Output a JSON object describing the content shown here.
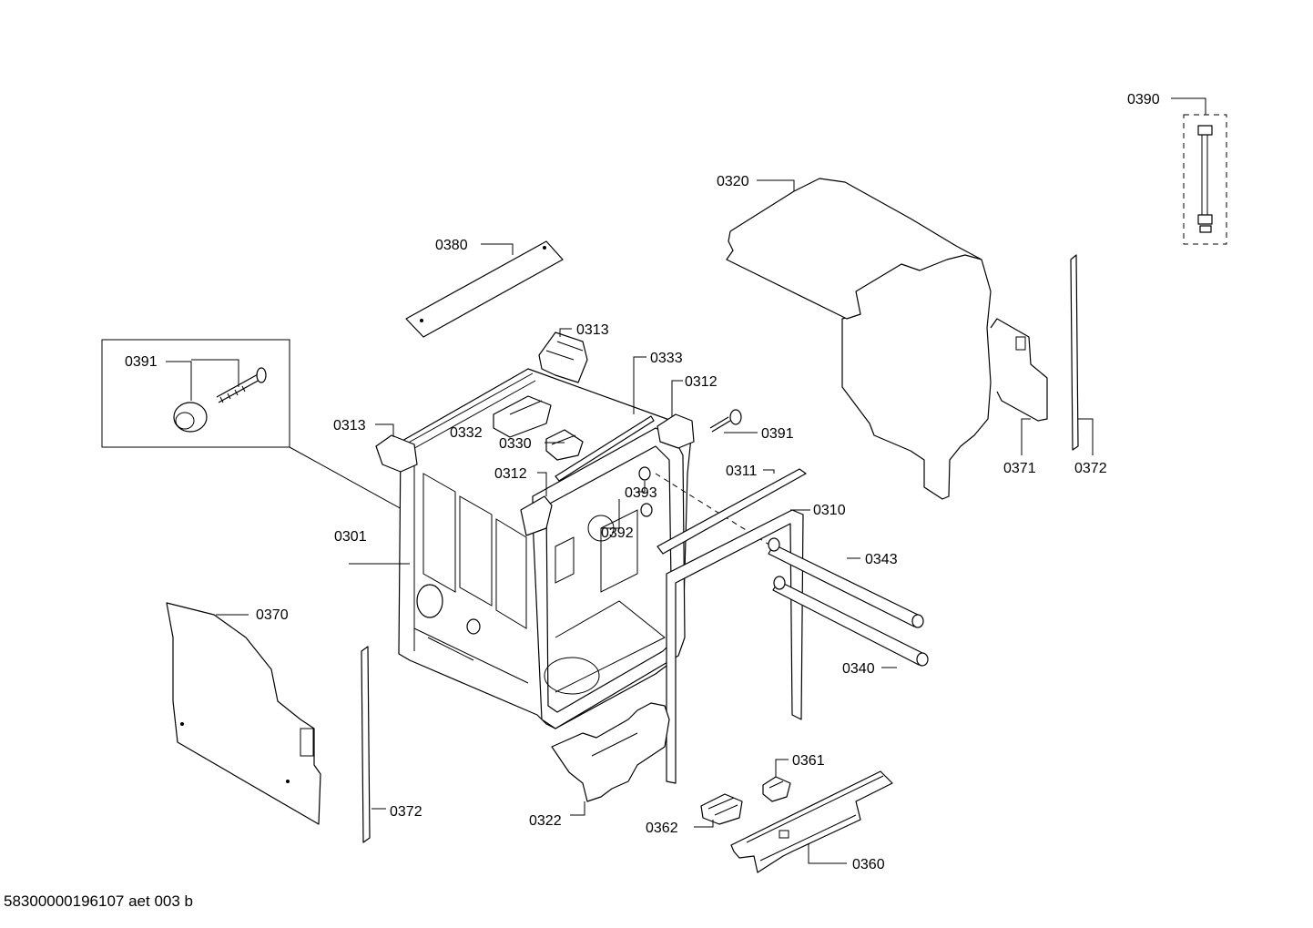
{
  "labels": {
    "l0390": "0390",
    "l0320": "0320",
    "l0380": "0380",
    "l0313a": "0313",
    "l0333": "0333",
    "l0312a": "0312",
    "l0391a": "0391",
    "l0391b": "0391",
    "l0313b": "0313",
    "l0332": "0332",
    "l0330": "0330",
    "l0312b": "0312",
    "l0393": "0393",
    "l0392": "0392",
    "l0311": "0311",
    "l0310": "0310",
    "l0343": "0343",
    "l0340": "0340",
    "l0301": "0301",
    "l0370": "0370",
    "l0372a": "0372",
    "l0372b": "0372",
    "l0371": "0371",
    "l0322": "0322",
    "l0361": "0361",
    "l0362": "0362",
    "l0360": "0360"
  },
  "footer": "58300000196107 aet 003 b"
}
